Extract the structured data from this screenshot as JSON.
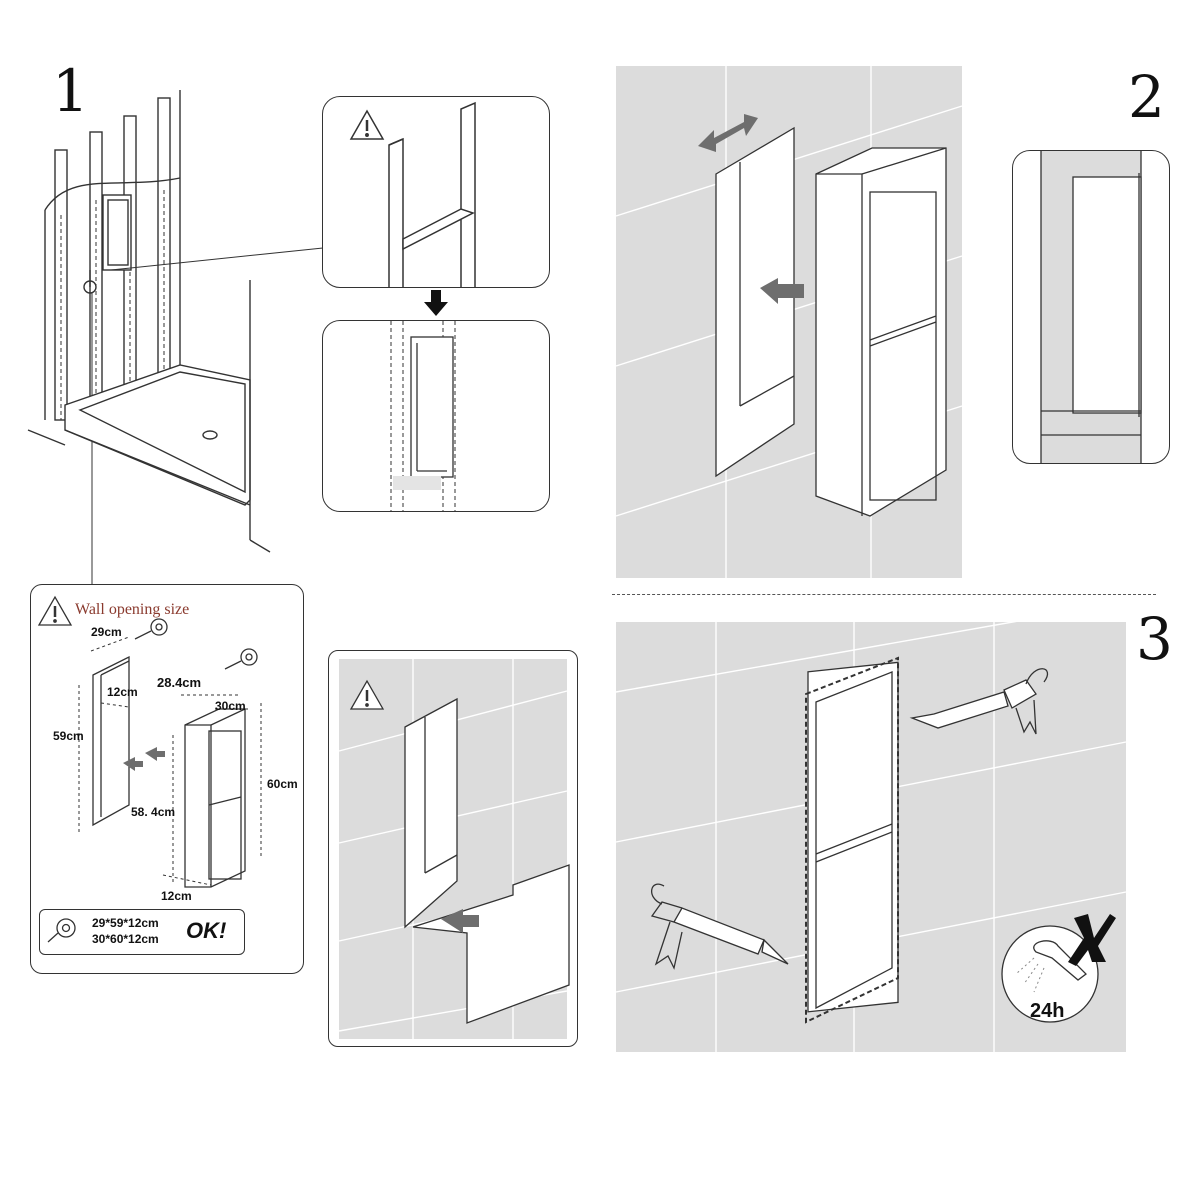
{
  "steps": {
    "one": "1",
    "two": "2",
    "three": "3"
  },
  "step1": {
    "wall_opening": {
      "title": "Wall opening size",
      "width": "29cm",
      "depth": "12cm",
      "height": "59cm"
    },
    "niche": {
      "outer_width": "28.4cm",
      "inner_width": "30cm",
      "height_outer": "58. 4cm",
      "height_total": "60cm",
      "depth": "12cm"
    },
    "ok_box": {
      "line1": "29*59*12cm",
      "line2": "30*60*12cm",
      "status": "OK!"
    }
  },
  "step3": {
    "cure_time": "24h"
  },
  "icons": [
    "warning-icon",
    "tape-measure-icon",
    "arrow-down-icon",
    "arrow-right-icon",
    "double-arrow-icon",
    "caulk-gun-icon",
    "shower-head-icon",
    "no-cross-icon"
  ],
  "colors": {
    "line": "#333333",
    "wall_gray": "#dcdcdc",
    "title_accent": "#8a3a2e",
    "arrow_fill": "#6e6e6e"
  }
}
